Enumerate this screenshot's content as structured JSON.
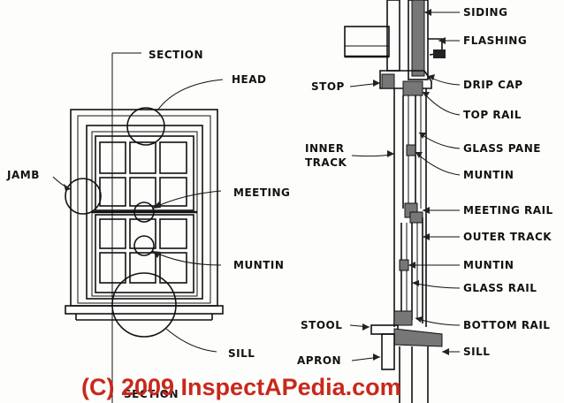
{
  "labels": {
    "section": "SECTION",
    "head": "HEAD",
    "jamb": "JAMB",
    "meeting": "MEETING",
    "muntin_left": "MUNTIN",
    "sill_left": "SILL",
    "section_bottom": "SECTION",
    "siding": "SIDING",
    "flashing": "FLASHING",
    "stop": "STOP",
    "drip_cap": "DRIP CAP",
    "top_rail": "TOP RAIL",
    "inner_track_1": "INNER",
    "inner_track_2": "TRACK",
    "glass_pane": "GLASS PANE",
    "muntin_r1": "MUNTIN",
    "meeting_rail": "MEETING RAIL",
    "outer_track": "OUTER TRACK",
    "muntin_r2": "MUNTIN",
    "glass_rail": "GLASS RAIL",
    "stool": "STOOL",
    "bottom_rail": "BOTTOM RAIL",
    "apron": "APRON",
    "sill_right": "SILL"
  },
  "watermark": "(C) 2009 InspectAPedia.com",
  "colors": {
    "ink": "#111111",
    "watermark": "#c8281c"
  }
}
